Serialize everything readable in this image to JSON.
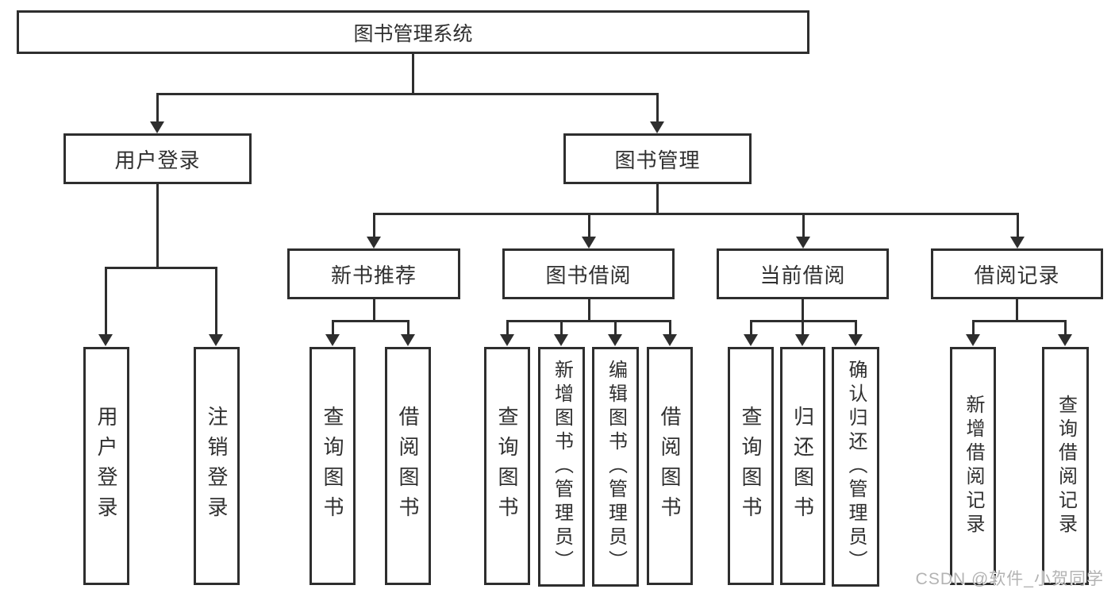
{
  "diagram_type": "hierarchy-tree",
  "colors": {
    "line": "#2e2e2e",
    "box_border": "#2e2e2e",
    "box_fill": "#ffffff",
    "text": "#303030",
    "watermark": "#b3b3b3"
  },
  "watermark": "CSDN @软件_小贺同学",
  "tree": {
    "label": "图书管理系统",
    "children": [
      {
        "label": "用户登录",
        "children": [
          {
            "label": "用户登录"
          },
          {
            "label": "注销登录"
          }
        ]
      },
      {
        "label": "图书管理",
        "children": [
          {
            "label": "新书推荐",
            "children": [
              {
                "label": "查询图书"
              },
              {
                "label": "借阅图书"
              }
            ]
          },
          {
            "label": "图书借阅",
            "children": [
              {
                "label": "查询图书"
              },
              {
                "label": "新增图书（管理员）"
              },
              {
                "label": "编辑图书（管理员）"
              },
              {
                "label": "借阅图书"
              }
            ]
          },
          {
            "label": "当前借阅",
            "children": [
              {
                "label": "查询图书"
              },
              {
                "label": "归还图书"
              },
              {
                "label": "确认归还（管理员）"
              }
            ]
          },
          {
            "label": "借阅记录",
            "children": [
              {
                "label": "新增借阅记录"
              },
              {
                "label": "查询借阅记录"
              }
            ]
          }
        ]
      }
    ]
  }
}
